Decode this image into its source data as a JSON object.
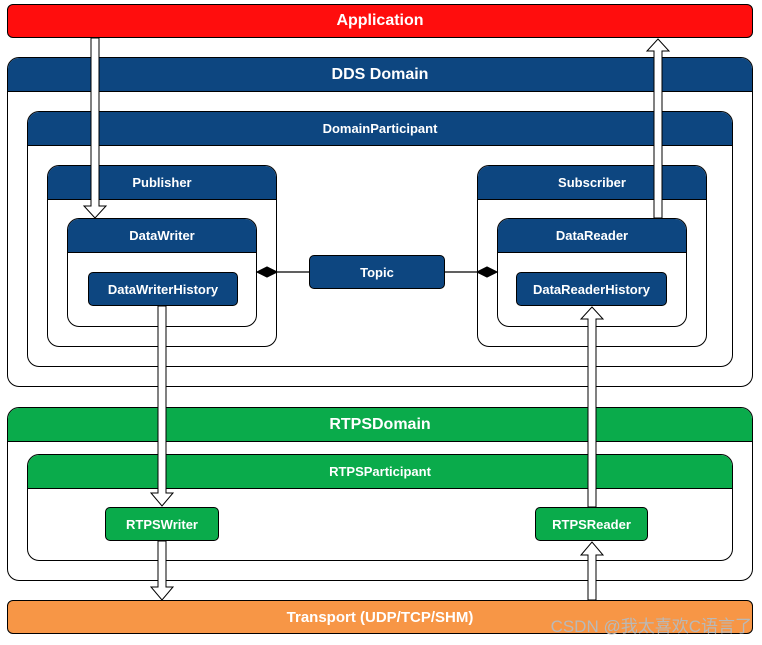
{
  "application": {
    "label": "Application",
    "color": "#ff0d0d"
  },
  "dds_domain": {
    "label": "DDS Domain",
    "color": "#0d4680",
    "participant": {
      "label": "DomainParticipant",
      "publisher": {
        "label": "Publisher",
        "writer": {
          "label": "DataWriter",
          "history": "DataWriterHistory"
        }
      },
      "subscriber": {
        "label": "Subscriber",
        "reader": {
          "label": "DataReader",
          "history": "DataReaderHistory"
        }
      },
      "topic": "Topic"
    }
  },
  "rtps_domain": {
    "label": "RTPSDomain",
    "color": "#0aab4b",
    "participant": {
      "label": "RTPSParticipant",
      "writer": "RTPSWriter",
      "reader": "RTPSReader"
    }
  },
  "transport": {
    "label": "Transport (UDP/TCP/SHM)",
    "color": "#f79646"
  },
  "watermark": "CSDN @我太喜欢C语言了"
}
